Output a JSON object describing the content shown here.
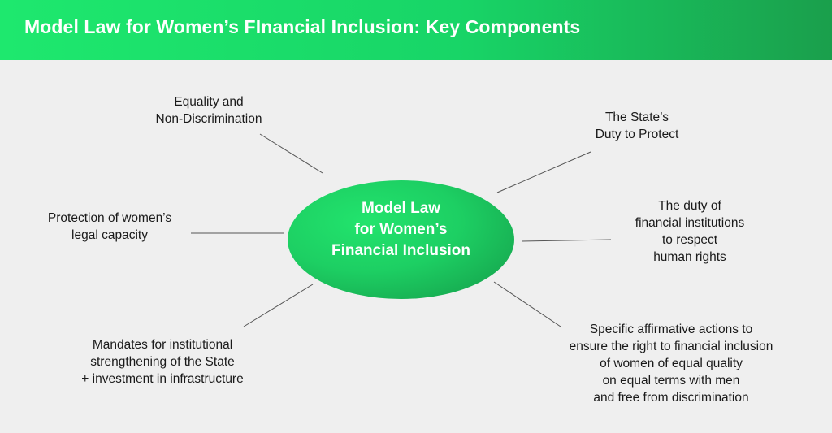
{
  "header": {
    "title": "Model Law for Women’s FInancial Inclusion: Key Components"
  },
  "center": {
    "lines": [
      "Model Law",
      "for Women’s",
      "Financial Inclusion"
    ]
  },
  "branches": {
    "equality": [
      "Equality and",
      "Non-Discrimination"
    ],
    "protection": [
      "Protection of women’s",
      "legal capacity"
    ],
    "mandates": [
      "Mandates for institutional",
      "strengthening of the State",
      "+ investment in infrastructure"
    ],
    "state_duty": [
      "The State’s",
      "Duty to Protect"
    ],
    "institutions": [
      "The duty of",
      "financial institutions",
      "to respect",
      "human rights"
    ],
    "affirmative": [
      "Specific affirmative actions to",
      "ensure the right to financial inclusion",
      "of women of equal quality",
      "on equal terms with men",
      "and free from discrimination"
    ]
  },
  "colors": {
    "header_start": "#1ee86e",
    "header_end": "#1a9f4c",
    "node_green": "#1dcf63",
    "background": "#efefef",
    "connector": "#555555"
  }
}
